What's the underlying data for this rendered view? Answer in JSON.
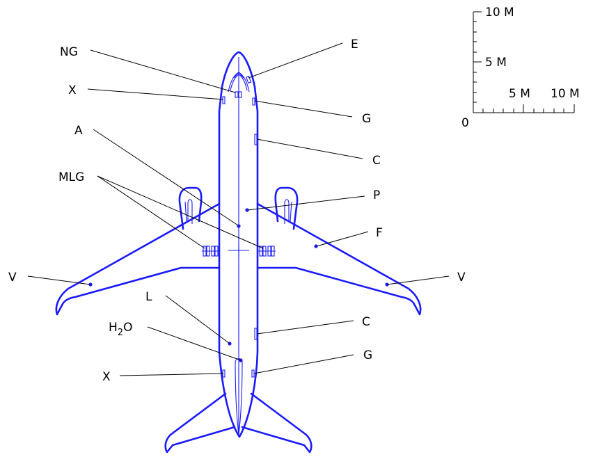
{
  "labels": {
    "ng": "NG",
    "e": "E",
    "x_fwd": "X",
    "g_fwd": "G",
    "a": "A",
    "c_fwd": "C",
    "mlg": "MLG",
    "p": "P",
    "f": "F",
    "v_left": "V",
    "v_right": "V",
    "l": "L",
    "h2o_main": "H",
    "h2o_sub": "2",
    "h2o_end": "O",
    "c_aft": "C",
    "g_aft": "G",
    "x_aft": "X"
  },
  "scale": {
    "vertical_top": "10 M",
    "vertical_mid": "5 M",
    "horizontal_mid": "5 M",
    "horizontal_end": "10 M",
    "origin": "0"
  },
  "colors": {
    "aircraft": "#1a1aff",
    "leaders": "#000000"
  }
}
